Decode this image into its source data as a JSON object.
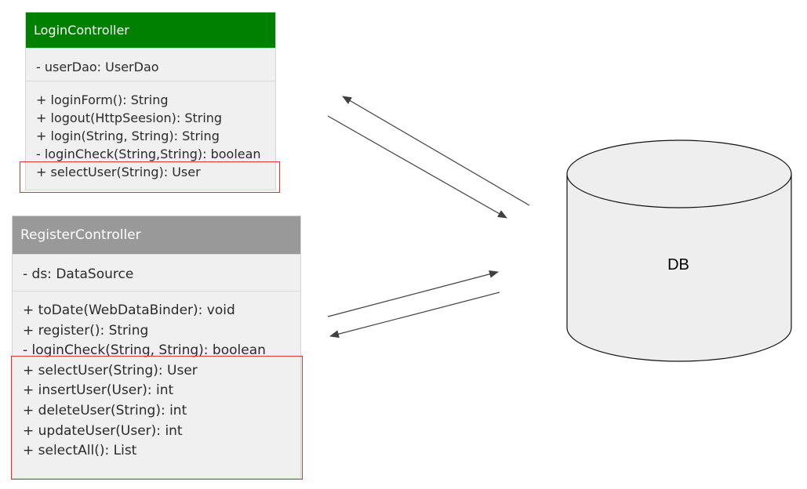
{
  "login_controller": {
    "name": "LoginController",
    "header_color": "#008000",
    "attributes": [
      "- userDao: UserDao"
    ],
    "methods": [
      "+ loginForm(): String",
      "+ logout(HttpSeesion): String",
      "+ login(String, String): String",
      "- loginCheck(String,String): boolean",
      "+ selectUser(String): User"
    ]
  },
  "register_controller": {
    "name": "RegisterController",
    "header_color": "#999999",
    "attributes": [
      "- ds: DataSource"
    ],
    "methods": [
      "+ toDate(WebDataBinder): void",
      "+ register(): String",
      "- loginCheck(String, String): boolean",
      "+ selectUser(String): User",
      "+ insertUser(User): int",
      "+ deleteUser(String): int",
      "+ updateUser(User): int",
      "+ selectAll(): List"
    ]
  },
  "database": {
    "label": "DB",
    "fill_color": "#eeeeee"
  },
  "highlight_color": "#e03030"
}
